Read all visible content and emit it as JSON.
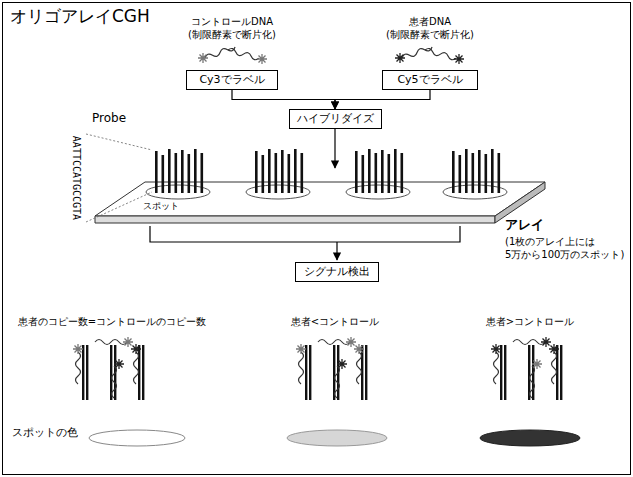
{
  "diagram": {
    "title": "オリゴアレイCGH",
    "nodes": [
      {
        "text": [
          "Cy3でラベル"
        ]
      },
      {
        "text": [
          "Cy5でラベル"
        ]
      },
      {
        "text": [
          "ハイブリダイズ"
        ]
      },
      {
        "text": [
          "シグナル検出"
        ]
      }
    ],
    "edges": [
      {
        "from": 0,
        "to": 2,
        "arrow": "to"
      },
      {
        "from": 1,
        "to": 2,
        "arrow": "to"
      }
    ],
    "labels": [
      "コントロールDNA",
      "(制限酵素で断片化)",
      "患者DNA",
      "(制限酵素で断片化)",
      "Probe",
      "AATTCCATGCCGTA",
      "スポット",
      "アレイ",
      "(1枚のアレイ上には 5万から100万のスポット)",
      "患者のコピー数=コントロールのコピー数",
      "患者<コントロール",
      "患者>コントロール",
      "スポットの色"
    ]
  }
}
